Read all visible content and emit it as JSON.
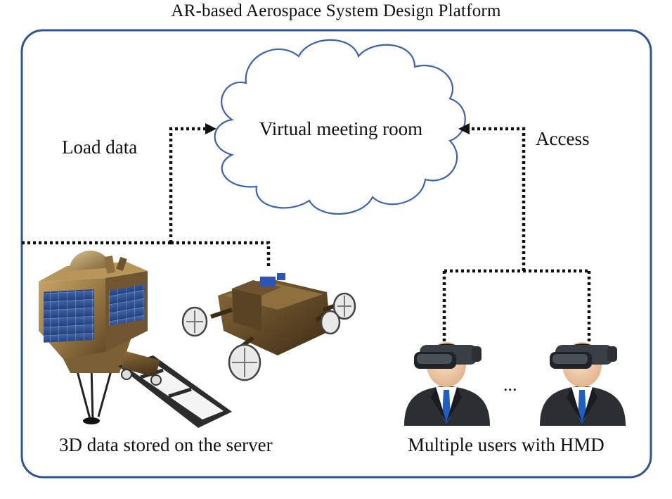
{
  "title": "AR-based Aerospace System Design Platform",
  "cloud_label": "Virtual meeting room",
  "load_label": "Load data",
  "access_label": "Access",
  "server_caption": "3D data stored on the server",
  "users_caption": "Multiple users with HMD",
  "ellipsis": "...",
  "colors": {
    "frame": "#2f5496",
    "cloud": "#3e63ad",
    "connector": "#111111",
    "lander_body": "#9a7b45",
    "solar_panel": "#2f4e8c",
    "suit": "#2b2e33",
    "tie": "#1f5fbf",
    "headset": "#3a3f45"
  },
  "icons": [
    "lander-model-icon",
    "rover-model-icon",
    "hmd-user-icon"
  ]
}
